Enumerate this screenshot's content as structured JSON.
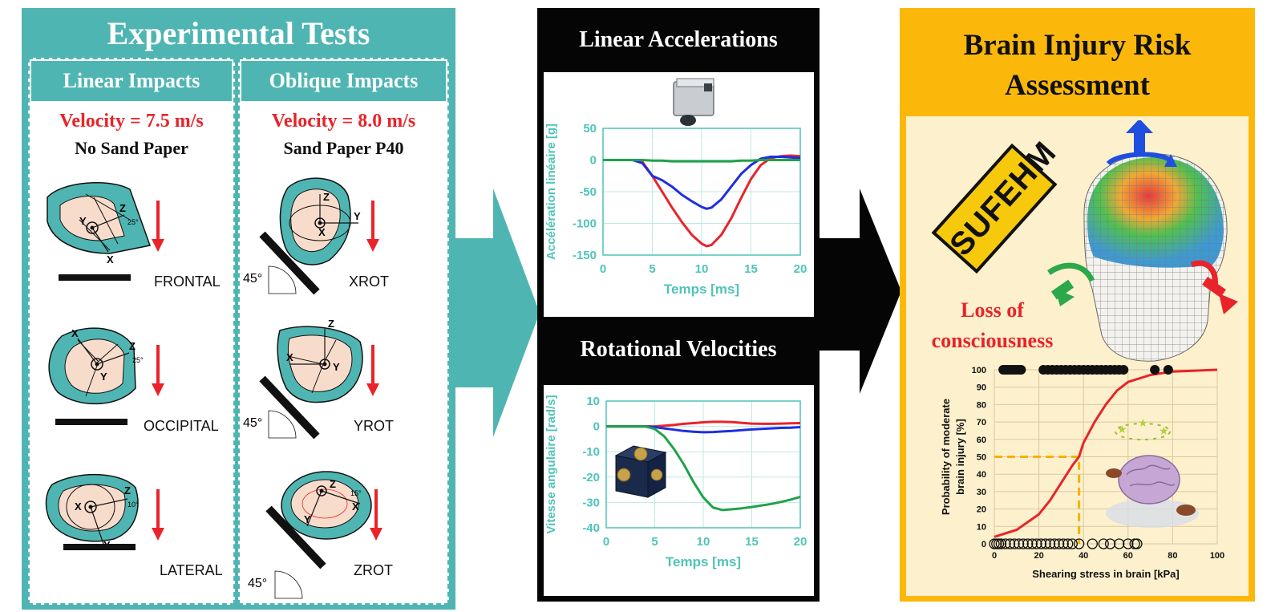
{
  "experimental": {
    "title": "Experimental Tests",
    "linear": {
      "header": "Linear Impacts",
      "velocity": "Velocity = 7.5 m/s",
      "paper": "No Sand Paper",
      "scenarios": [
        {
          "label": "FRONTAL",
          "angle": "25°"
        },
        {
          "label": "OCCIPITAL",
          "angle": "25°"
        },
        {
          "label": "LATERAL",
          "angle": "10°"
        }
      ]
    },
    "oblique": {
      "header": "Oblique Impacts",
      "velocity": "Velocity = 8.0 m/s",
      "paper": "Sand Paper P40",
      "anvil_angle": "45°",
      "scenarios": [
        {
          "label": "XROT"
        },
        {
          "label": "YROT"
        },
        {
          "label": "ZROT",
          "angle": "15°"
        }
      ]
    },
    "axes": {
      "x": "X",
      "y": "Y",
      "z": "Z"
    }
  },
  "measurements": {
    "linear_title": "Linear Accelerations",
    "rotational_title": "Rotational Velocities"
  },
  "assessment": {
    "title_line1": "Brain Injury Risk",
    "title_line2": "Assessment",
    "model_name": "SUFEHM",
    "outcome_line1": "Loss of",
    "outcome_line2": "consciousness"
  },
  "colors": {
    "teal": "#4fb5b2",
    "red": "#e8242a",
    "blue": "#1f2fe0",
    "green": "#1fa24a",
    "orange": "#fbb80a",
    "dashed": "#f0b400"
  },
  "chart_data": [
    {
      "type": "line",
      "title": "",
      "xlabel": "Temps [ms]",
      "ylabel": "Accélération linéaire [g]",
      "xlim": [
        0,
        20
      ],
      "ylim": [
        -150,
        50
      ],
      "xticks": [
        0,
        5,
        10,
        15,
        20
      ],
      "yticks": [
        50,
        0,
        -50,
        -100,
        -150
      ],
      "x": [
        0,
        3,
        4,
        5,
        6,
        7,
        8,
        9,
        10,
        10.5,
        11,
        12,
        13,
        14,
        15,
        16,
        17,
        18,
        19,
        20
      ],
      "series": [
        {
          "color": "#e8242a",
          "values": [
            0,
            0,
            -3,
            -25,
            -50,
            -75,
            -98,
            -118,
            -132,
            -136,
            -134,
            -118,
            -92,
            -60,
            -30,
            -8,
            3,
            6,
            7,
            6
          ]
        },
        {
          "color": "#1f2fe0",
          "values": [
            0,
            0,
            -5,
            -25,
            -32,
            -42,
            -55,
            -65,
            -74,
            -77,
            -75,
            -62,
            -42,
            -22,
            -8,
            2,
            5,
            5,
            4,
            3
          ]
        },
        {
          "color": "#1fa24a",
          "values": [
            0,
            0,
            0,
            -1,
            -1,
            -2,
            -2,
            -2,
            -2,
            -2,
            -2,
            -2,
            -2,
            -1,
            -1,
            0,
            0,
            0,
            0,
            0
          ]
        }
      ]
    },
    {
      "type": "line",
      "title": "",
      "xlabel": "Temps [ms]",
      "ylabel": "Vitesse angulaire [rad/s]",
      "xlim": [
        0,
        20
      ],
      "ylim": [
        -40,
        10
      ],
      "xticks": [
        0,
        5,
        10,
        15,
        20
      ],
      "yticks": [
        10,
        0,
        -10,
        -20,
        -30,
        -40
      ],
      "x": [
        0,
        4,
        5,
        6,
        7,
        8,
        9,
        10,
        11,
        12,
        13,
        14,
        15,
        16,
        17,
        18,
        19,
        20
      ],
      "series": [
        {
          "color": "#e8242a",
          "values": [
            0,
            0,
            0,
            0.3,
            0.6,
            1,
            1.3,
            1.6,
            1.8,
            1.8,
            1.7,
            1.4,
            1.1,
            1,
            1,
            1.1,
            1.2,
            1.3
          ]
        },
        {
          "color": "#1f2fe0",
          "values": [
            0,
            0,
            -0.3,
            -0.8,
            -1.3,
            -1.8,
            -2.1,
            -2.3,
            -2.2,
            -2,
            -1.8,
            -1.5,
            -1.2,
            -1,
            -0.8,
            -0.6,
            -0.5,
            -0.3
          ]
        },
        {
          "color": "#1fa24a",
          "values": [
            0,
            0,
            -1,
            -4,
            -9,
            -15,
            -22,
            -28,
            -32,
            -33,
            -32.7,
            -32.3,
            -31.8,
            -31.2,
            -30.6,
            -29.8,
            -28.9,
            -27.8
          ]
        }
      ]
    },
    {
      "type": "line",
      "title": "",
      "xlabel": "Shearing stress in brain [kPa]",
      "ylabel": "Probability of moderate brain injury [%]",
      "xlim": [
        0,
        100
      ],
      "ylim": [
        0,
        100
      ],
      "xticks": [
        0,
        20,
        40,
        60,
        80,
        100
      ],
      "yticks": [
        0,
        10,
        20,
        30,
        40,
        50,
        60,
        70,
        80,
        90,
        100
      ],
      "x": [
        0,
        10,
        20,
        25,
        30,
        35,
        38,
        40,
        45,
        50,
        55,
        60,
        70,
        80,
        90,
        100
      ],
      "series": [
        {
          "color": "#e8242a",
          "values": [
            4,
            8,
            17,
            25,
            35,
            45,
            50,
            58,
            70,
            80,
            88,
            93,
            97,
            99,
            99.5,
            100
          ]
        }
      ],
      "threshold": {
        "x": 38,
        "y": 50
      },
      "injured_points": [
        4,
        5,
        6,
        7,
        8,
        9,
        10,
        11,
        12,
        22,
        24,
        26,
        28,
        30,
        32,
        34,
        36,
        38,
        40,
        42,
        44,
        46,
        48,
        50,
        52,
        54,
        56,
        58,
        72,
        78
      ],
      "uninjured_points": [
        0,
        1,
        2,
        3,
        5,
        7,
        9,
        11,
        13,
        15,
        17,
        19,
        21,
        23,
        25,
        27,
        29,
        31,
        33,
        35,
        38,
        44,
        49,
        52,
        56,
        60,
        63,
        64
      ]
    }
  ]
}
